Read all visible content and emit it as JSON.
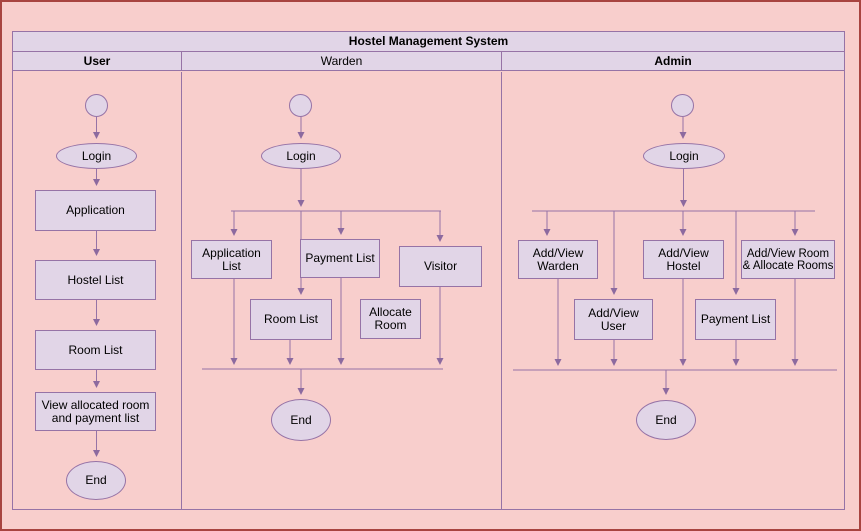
{
  "diagram_title": "Hostel Management System",
  "lanes": {
    "user": {
      "header": "User",
      "login": "Login",
      "steps": [
        "Application",
        "Hostel List",
        "Room List",
        "View allocated room and payment list"
      ],
      "end": "End"
    },
    "warden": {
      "header": "Warden",
      "login": "Login",
      "boxes": {
        "application_list": "Application List",
        "payment_list": "Payment List",
        "visitor": "Visitor",
        "room_list": "Room List",
        "allocate_room": "Allocate Room"
      },
      "end": "End"
    },
    "admin": {
      "header": "Admin",
      "login": "Login",
      "boxes": {
        "add_view_warden": "Add/View Warden",
        "add_view_hostel": "Add/View Hostel",
        "add_view_rooms": "Add/View Room & Allocate Rooms",
        "add_view_user": "Add/View User",
        "payment_list": "Payment List"
      },
      "end": "End"
    }
  },
  "colors": {
    "page_background": "#f8cecc",
    "page_border": "#a84440",
    "shape_fill": "#e1d5e7",
    "shape_border": "#9673a6",
    "connector": "#9673a6",
    "text": "#000000"
  }
}
